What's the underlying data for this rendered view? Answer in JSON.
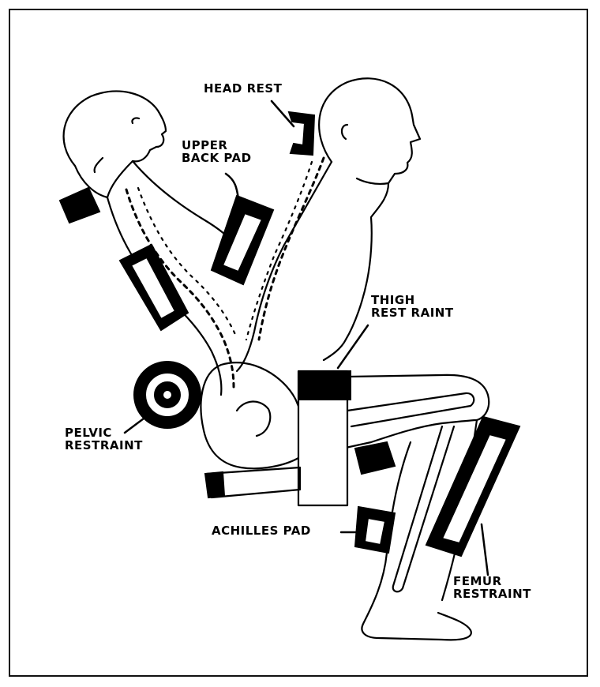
{
  "labels": {
    "head_rest": "HEAD REST",
    "upper_back_pad": "UPPER\nBACK PAD",
    "thigh_restraint": "THIGH\nREST RAINT",
    "pelvic_restraint": "PELVIC\nRESTRAINT",
    "achilles_pad": "ACHILLES PAD",
    "femur_restraint": "FEMUR\nRESTRAINT"
  }
}
